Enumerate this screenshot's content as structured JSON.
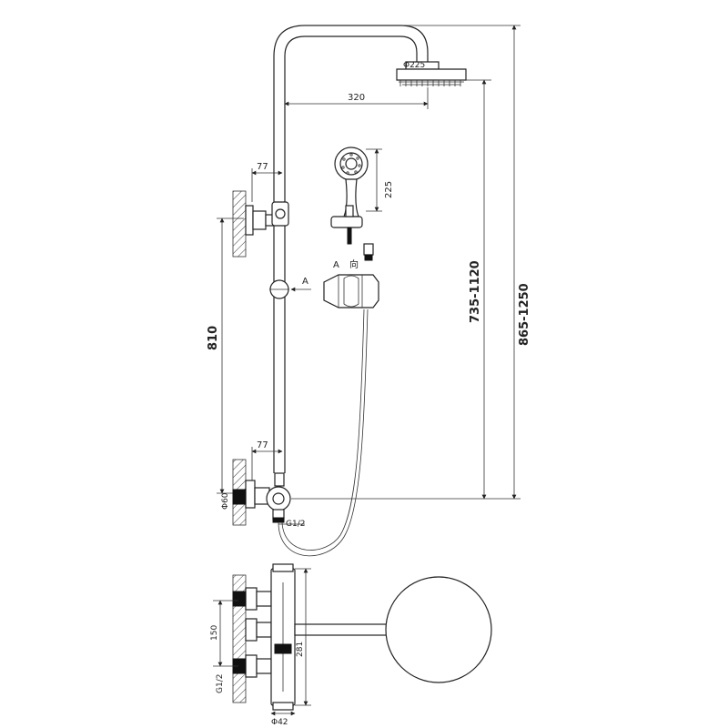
{
  "dimensions": {
    "arm_length": "320",
    "head_diameter": "Φ225",
    "hand_shower_height": "225",
    "upper_offset": "77",
    "lower_offset": "77",
    "bracket_spacing": "810",
    "adjustable_height": "735-1120",
    "total_height": "865-1250",
    "connector_diameter": "Φ60",
    "thread_side": "G1/2",
    "inlet_spacing": "150",
    "thread_bottom": "G1/2",
    "body_length": "281",
    "pipe_diameter": "Φ42"
  },
  "section_labels": {
    "view_arrow": "A",
    "detail_left": "A",
    "detail_right": "向"
  }
}
